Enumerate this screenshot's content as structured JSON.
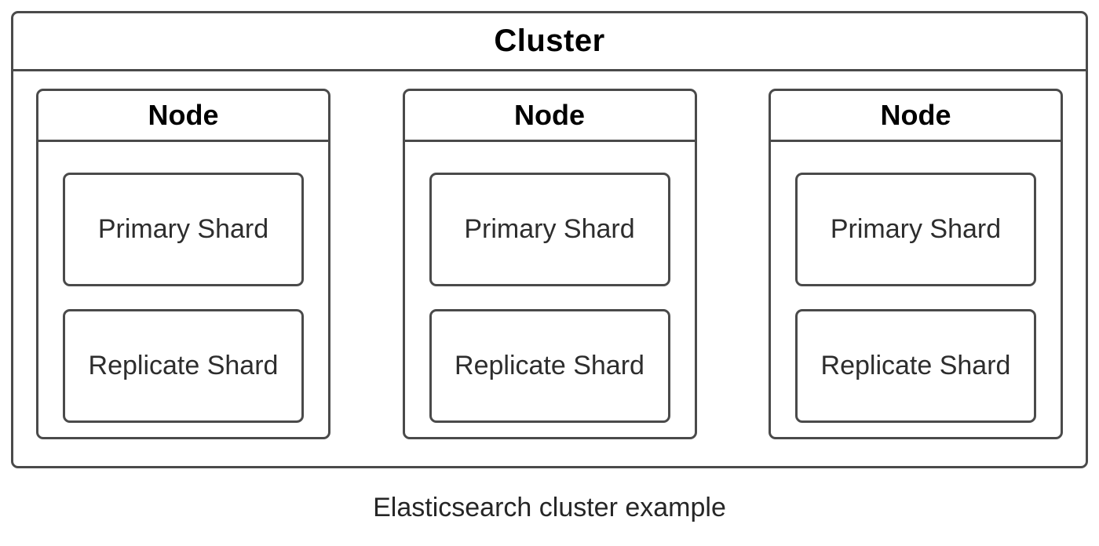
{
  "diagram": {
    "cluster": {
      "title": "Cluster",
      "nodes": [
        {
          "title": "Node",
          "shards": [
            "Primary Shard",
            "Replicate Shard"
          ]
        },
        {
          "title": "Node",
          "shards": [
            "Primary Shard",
            "Replicate Shard"
          ]
        },
        {
          "title": "Node",
          "shards": [
            "Primary Shard",
            "Replicate Shard"
          ]
        }
      ]
    },
    "caption": "Elasticsearch cluster example",
    "colors": {
      "border": "#4a4a4a",
      "header_text": "#000000",
      "shard_text": "#2d2d2d",
      "background": "#ffffff"
    }
  }
}
